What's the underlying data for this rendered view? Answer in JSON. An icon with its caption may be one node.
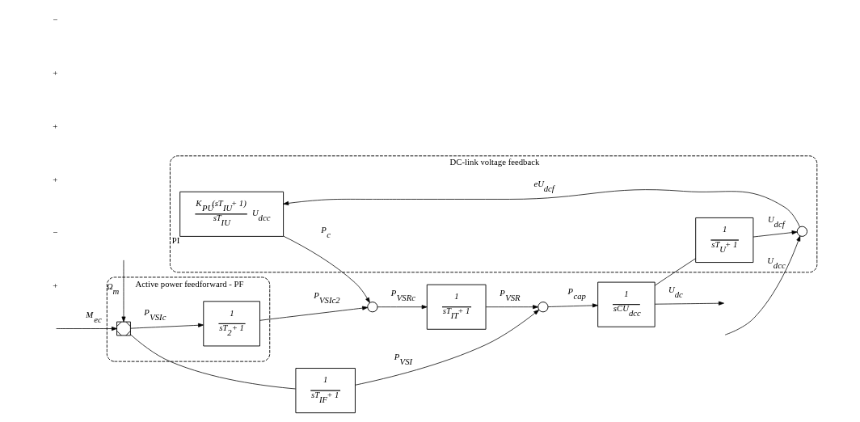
{
  "diagram": {
    "nodes": [
      {
        "text": [
          "DC-link voltage feedback"
        ]
      },
      {
        "text": [
          "PI",
          "K$_{PU}$(sT$_{IU}$+ 1)",
          "sT$_{IU}$",
          "U$_{dcc}$"
        ],
        "in": 0
      },
      {
        "text": [],
        "shape": "circle",
        "in": 0
      },
      {
        "text": [
          "1",
          "sT$_{U}$+ 1"
        ],
        "in": 0
      },
      {
        "text": [
          "Active power feedforward - PF"
        ]
      },
      {
        "text": [],
        "shape": "box",
        "in": 4
      },
      {
        "text": [
          "1",
          "sT$_{2}$+ 1"
        ],
        "in": 4
      },
      {
        "text": [],
        "shape": "circle"
      },
      {
        "text": [
          "1",
          "sT$_{IT}$+ 1"
        ]
      },
      {
        "text": [],
        "shape": "circle"
      },
      {
        "text": [
          "1",
          "sCU$_{dcc}$"
        ]
      },
      {
        "text": [
          "1",
          "sT$_{IF}$+ 1"
        ]
      }
    ],
    "edges": [
      {
        "from": null,
        "to": 2,
        "arrow": "to",
        "label": "U$_{dcc}$"
      },
      {
        "from": 3,
        "to": 2,
        "arrow": "to",
        "label": "U$_{dcf}$"
      },
      {
        "from": 2,
        "to": 1,
        "arrow": "to",
        "label": "eU$_{dcf}$"
      },
      {
        "from": null,
        "to": 5,
        "arrow": "to",
        "label": "Ω$_{m}$"
      },
      {
        "from": null,
        "to": 5,
        "arrow": "to",
        "label": "M$_{ec}$"
      },
      {
        "from": 5,
        "to": 6,
        "arrow": "to",
        "label": "P$_{VSIc}$"
      },
      {
        "from": 5,
        "to": 11,
        "arrow": "none"
      },
      {
        "from": 6,
        "to": 7,
        "arrow": "to",
        "label": "P$_{VSIc2}$"
      },
      {
        "from": 1,
        "to": 7,
        "arrow": "to",
        "label": "P$_{c}$"
      },
      {
        "from": 7,
        "to": 8,
        "arrow": "to",
        "label": "P$_{VSRc}$"
      },
      {
        "from": 8,
        "to": 9,
        "arrow": "to",
        "label": "P$_{VSR}$"
      },
      {
        "from": 11,
        "to": 9,
        "arrow": "to",
        "label": "P$_{VSI}$"
      },
      {
        "from": 9,
        "to": 10,
        "arrow": "to",
        "label": "P$_{cap}$"
      },
      {
        "from": 10,
        "to": null,
        "arrow": "to",
        "label": "U$_{dc}$"
      },
      {
        "from": 10,
        "to": 3,
        "arrow": "none"
      }
    ],
    "labels": [
      "+",
      "−",
      "+",
      "+",
      "+",
      "−"
    ]
  }
}
